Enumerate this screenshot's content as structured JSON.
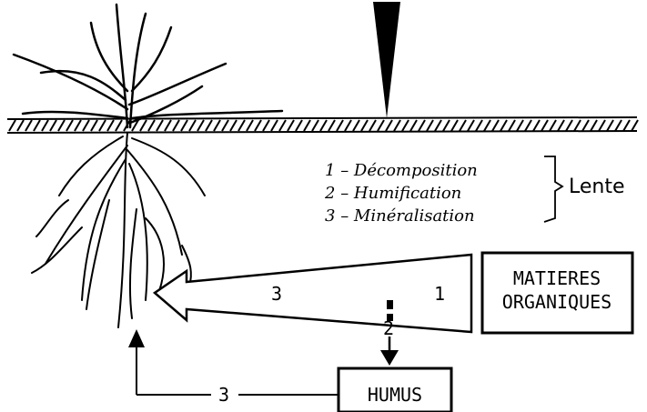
{
  "processes": [
    {
      "num": "1",
      "label": "Décomposition"
    },
    {
      "num": "2",
      "label": "Humification"
    },
    {
      "num": "3",
      "label": "Minéralisation"
    }
  ],
  "speed_note": "Lente",
  "boxes": {
    "organic_matter_line1": "MATIERES",
    "organic_matter_line2": "ORGANIQUES",
    "humus": "HUMUS"
  },
  "flow_labels": {
    "arrow_left": "3",
    "arrow_right": "1",
    "humification": "2",
    "mineralisation_humus": "3"
  }
}
